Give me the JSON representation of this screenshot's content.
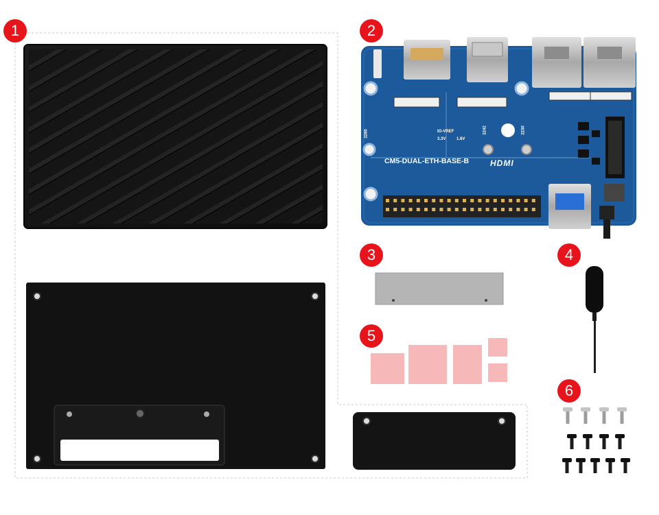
{
  "badges": [
    "1",
    "2",
    "3",
    "4",
    "5",
    "6"
  ],
  "board": {
    "model": "CM5-DUAL-ETH-BASE-B",
    "hdmi_logo": "HDMI",
    "io_vref": "IO-VREF",
    "v33": "3.3V",
    "v18": "1.8V",
    "pos_2280": "2280",
    "pos_2242": "2242",
    "pos_2230": "2230"
  },
  "colors": {
    "badge": "#e8141c",
    "pcb": "#1d5a9c",
    "case": "#141414",
    "thermal_pad": "#f6b8b8",
    "heatsink": "#b5b5b5"
  }
}
